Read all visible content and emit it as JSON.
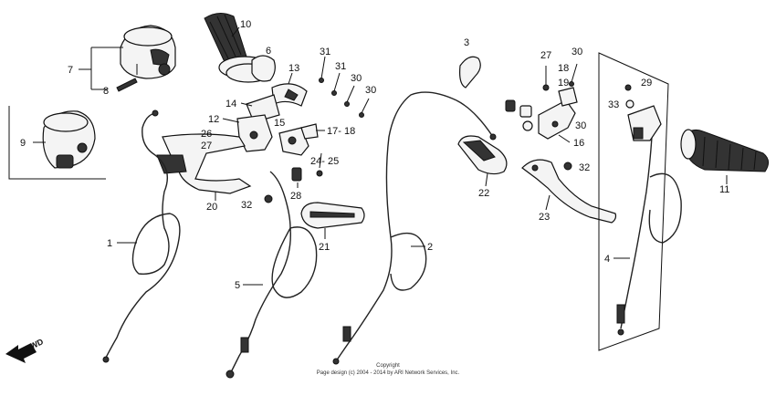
{
  "diagram": {
    "labels": {
      "p1": "1",
      "p2": "2",
      "p3": "3",
      "p4": "4",
      "p5": "5",
      "p6": "6",
      "p7": "7",
      "p8": "8",
      "p9": "9",
      "p10": "10",
      "p11": "11",
      "p12": "12",
      "p13": "13",
      "p14": "14",
      "p15": "15",
      "p16": "16",
      "p17_18": "17- 18",
      "p20": "20",
      "p21": "21",
      "p22": "22",
      "p23": "23",
      "p24_25": "24- 25",
      "p26": "26",
      "p27a": "27",
      "p27b": "27",
      "p28": "28",
      "p29": "29",
      "p30a": "30",
      "p30b": "30",
      "p30c": "30",
      "p30d": "30",
      "p31a": "31",
      "p31b": "31",
      "p32a": "32",
      "p32b": "32",
      "p33": "33",
      "p18": "18",
      "p19": "19"
    },
    "fwd": "FWD",
    "copyright_line1": "Copyright",
    "copyright_line2": "Page design (c) 2004 - 2014 by ARI Network Services, Inc."
  }
}
